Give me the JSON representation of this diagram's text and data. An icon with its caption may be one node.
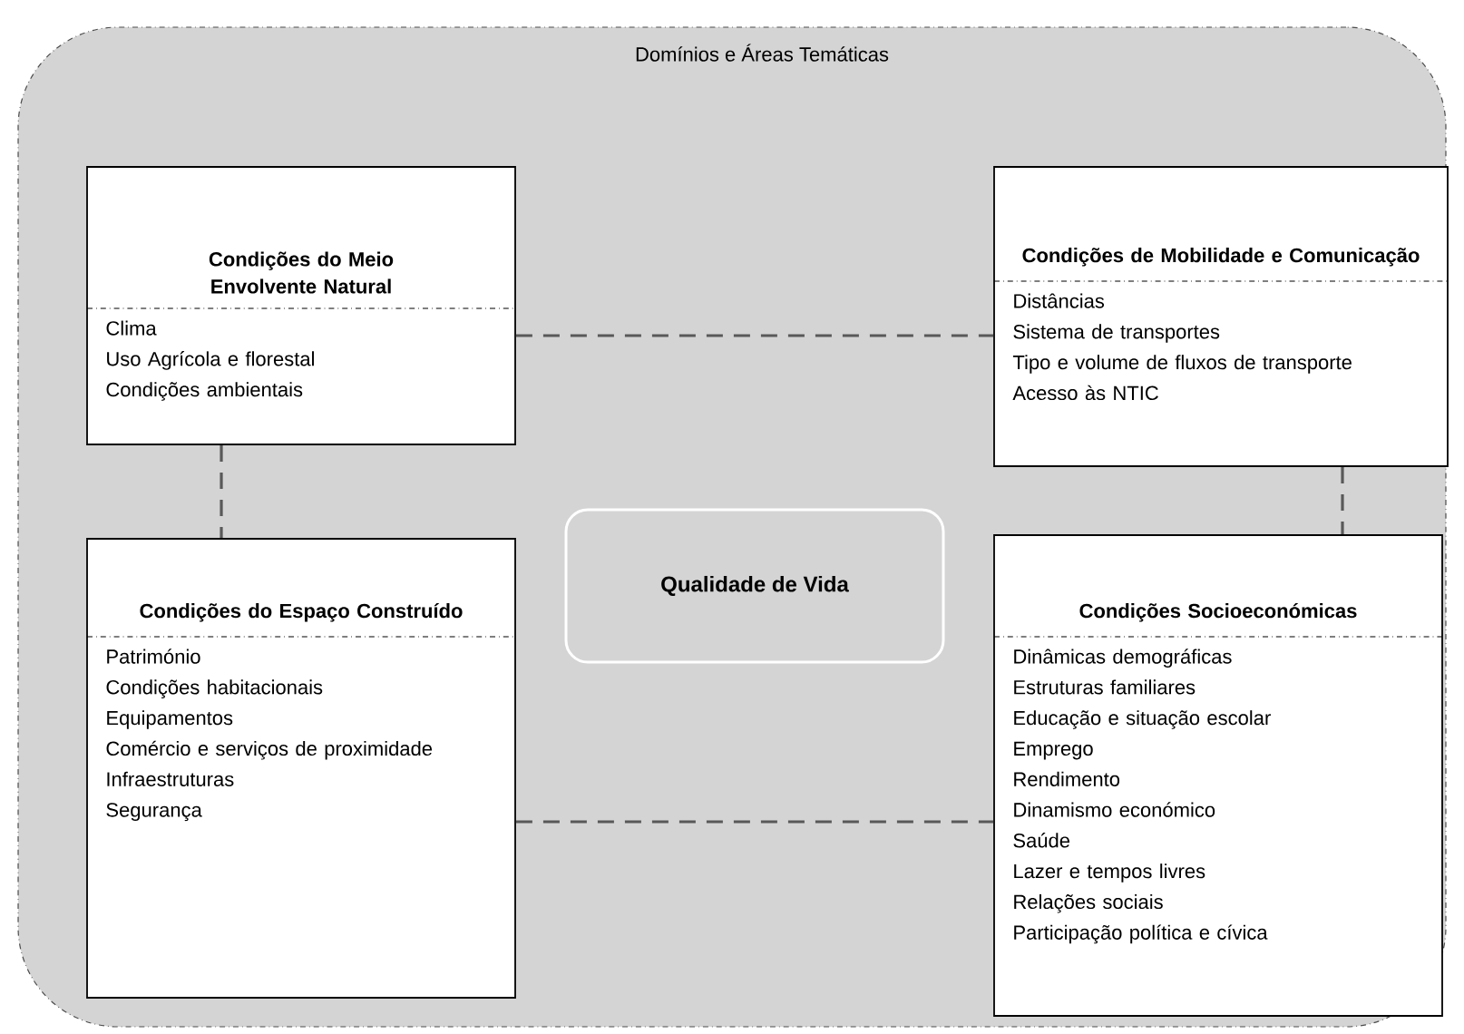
{
  "diagram": {
    "nodes": [
      {
        "text": [
          "Domínios e Áreas Temáticas"
        ]
      },
      {
        "text": [
          "Condições do Meio Envolvente Natural",
          "Clima",
          "Uso Agrícola e florestal",
          "Condições ambientais"
        ],
        "in": 0
      },
      {
        "text": [
          "Condições de Mobilidade e Comunicação",
          "Distâncias",
          "Sistema de transportes",
          "Tipo e volume de fluxos de transporte",
          "Acesso às NTIC"
        ],
        "in": 0
      },
      {
        "text": [
          "Condições do Espaço Construído",
          "Património",
          "Condições habitacionais",
          "Equipamentos",
          "Comércio e serviços de proximidade",
          "Infraestruturas",
          "Segurança"
        ],
        "in": 0
      },
      {
        "text": [
          "Qualidade de Vida"
        ],
        "in": 0
      },
      {
        "text": [
          "Condições Socioeconómicas",
          "Dinâmicas demográficas",
          "Estruturas familiares",
          "Educação e situação escolar",
          "Emprego",
          "Rendimento",
          "Dinamismo económico",
          "Saúde",
          "Lazer e tempos livres",
          "Relações sociais",
          "Participação política e cívica"
        ],
        "in": 0
      }
    ],
    "edges": [
      {
        "from": 1,
        "to": 2,
        "arrow": "none",
        "style": "dashed"
      },
      {
        "from": 1,
        "to": 3,
        "arrow": "none",
        "style": "dashed"
      },
      {
        "from": 2,
        "to": 5,
        "arrow": "none",
        "style": "dashed"
      },
      {
        "from": 3,
        "to": 5,
        "arrow": "none",
        "style": "dashed"
      }
    ]
  }
}
